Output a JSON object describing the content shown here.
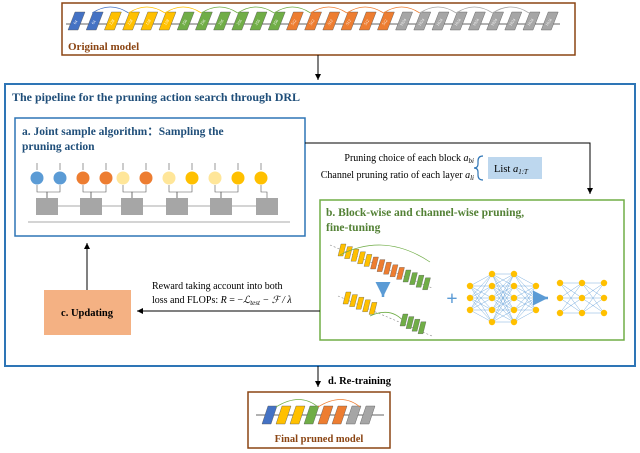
{
  "original": {
    "title": "Original model",
    "layer_labels": [
      "64",
      "64",
      "128",
      "128",
      "128",
      "128",
      "256",
      "256",
      "256",
      "256",
      "256",
      "256",
      "512",
      "512",
      "512",
      "512",
      "512",
      "512",
      "1024",
      "1024",
      "1024",
      "1024",
      "1024",
      "1024",
      "1024",
      "1024",
      "1024"
    ]
  },
  "pipeline": {
    "title": "The pipeline for the pruning action search through DRL"
  },
  "section_a": {
    "title_line1": "a. Joint sample algorithm：Sampling the",
    "title_line2": "pruning action"
  },
  "choices": {
    "line1": "Pruning choice of each block",
    "line1_sym": "a",
    "line1_sub": "bi",
    "line2": "Channel pruning ratio of each layer",
    "line2_sym": "a",
    "line2_sub": "li",
    "list_label": "List",
    "list_sym": "a",
    "list_sub": "1:T"
  },
  "section_b": {
    "title_line1": "b. Block-wise and channel-wise pruning,",
    "title_line2": "fine-tuning"
  },
  "reward": {
    "line1": "Reward taking account into both",
    "line2": "loss and FLOPs:",
    "formula_r": "R",
    "formula_eq": " = −",
    "formula_l": "ℒ",
    "formula_sub": "test",
    "formula_rest": " − ℱ / λ"
  },
  "section_c": {
    "label": "c. Updating"
  },
  "section_d": {
    "label": "d. Re-training"
  },
  "final": {
    "title": "Final pruned model"
  },
  "colors": {
    "orange_border": "#8B4513",
    "blue_border": "#2E75B6",
    "green_border": "#70AD47",
    "blue_title": "#1F4E79",
    "green_title": "#538135",
    "updating_fill": "#F4B183",
    "list_fill": "#BDD7EE",
    "node_blue": "#5B9BD5",
    "node_orange": "#ED7D31",
    "node_yellow": "#FFC000",
    "node_lightyellow": "#FFE699",
    "gray_block": "#A6A6A6",
    "layer_yellow": "#FFC000",
    "layer_green": "#70AD47",
    "layer_orange": "#ED7D31",
    "layer_gray": "#A6A6A6",
    "layer_blue": "#4472C4"
  }
}
